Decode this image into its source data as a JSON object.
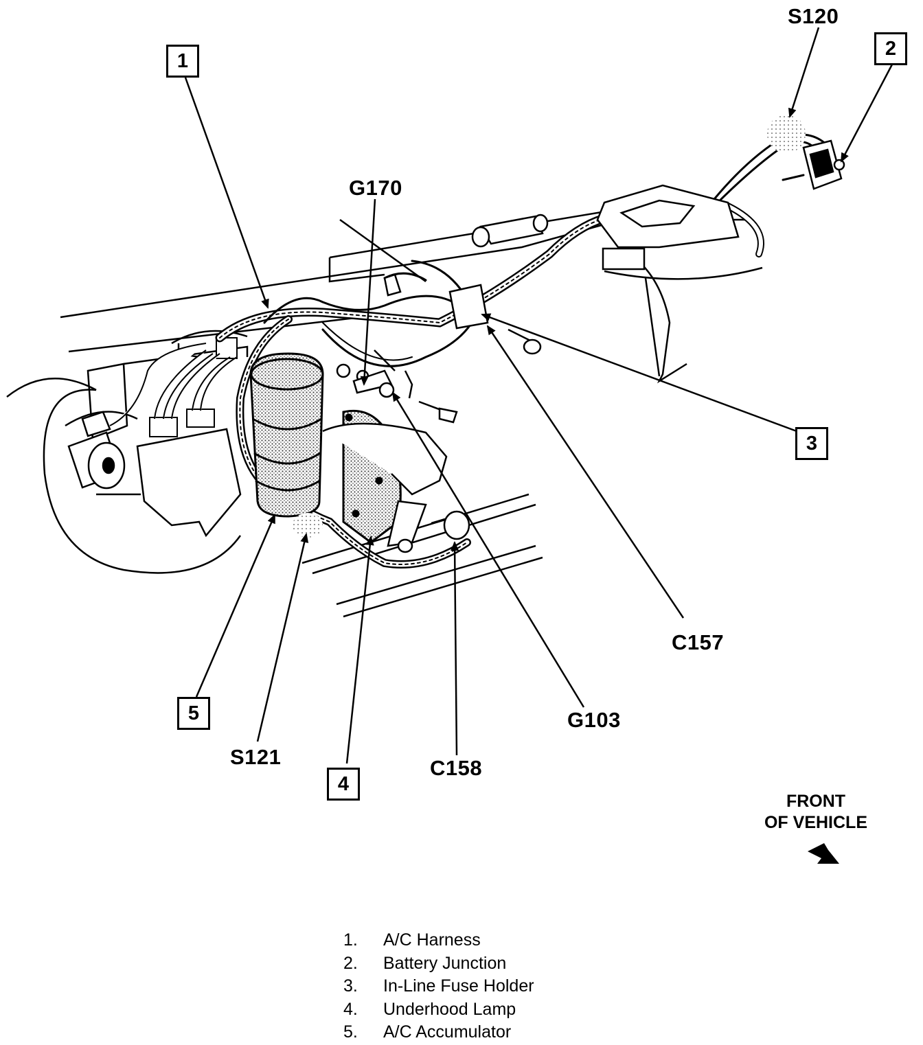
{
  "callouts": [
    {
      "number": "1"
    },
    {
      "number": "2"
    },
    {
      "number": "3"
    },
    {
      "number": "4"
    },
    {
      "number": "5"
    }
  ],
  "component_labels": {
    "s120": "S120",
    "g170": "G170",
    "c157": "C157",
    "g103": "G103",
    "c158": "C158",
    "s121": "S121"
  },
  "direction": {
    "line1": "FRONT",
    "line2": "OF VEHICLE"
  },
  "legend": [
    {
      "num": "1.",
      "text": "A/C Harness"
    },
    {
      "num": "2.",
      "text": "Battery Junction"
    },
    {
      "num": "3.",
      "text": "In-Line Fuse Holder"
    },
    {
      "num": "4.",
      "text": "Underhood Lamp"
    },
    {
      "num": "5.",
      "text": "A/C Accumulator"
    }
  ]
}
